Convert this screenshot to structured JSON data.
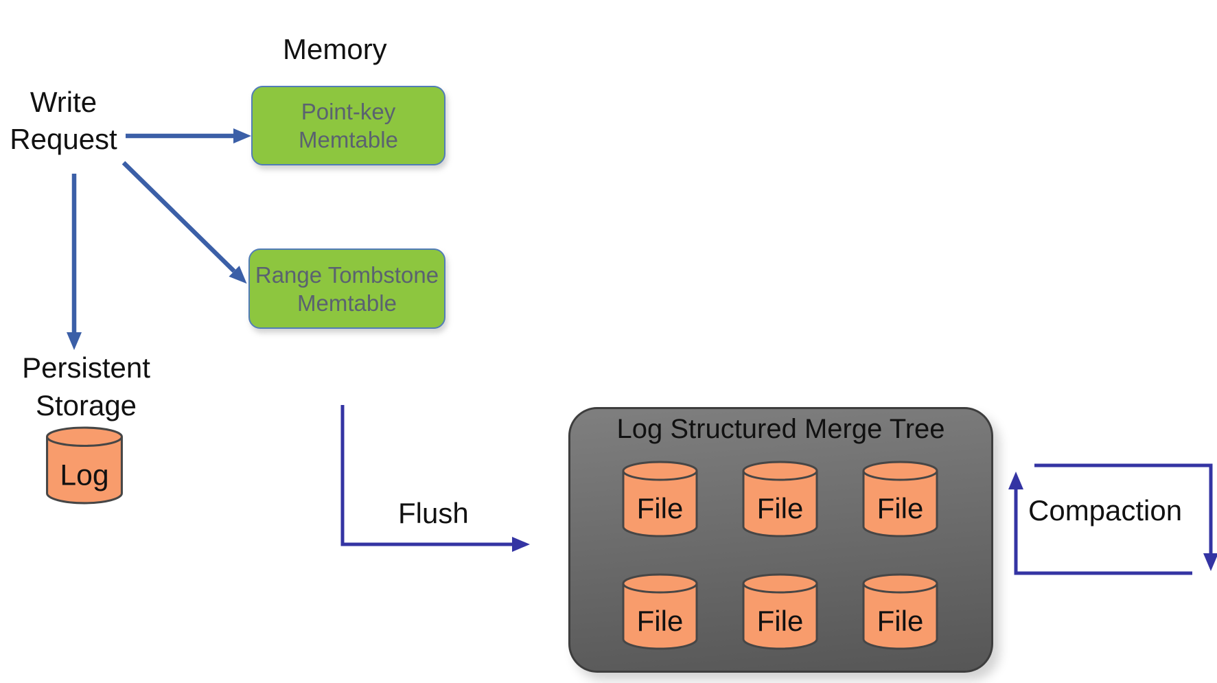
{
  "labels": {
    "memory": "Memory",
    "write_request": [
      "Write",
      "Request"
    ],
    "persistent_storage": [
      "Persistent",
      "Storage"
    ],
    "flush": "Flush",
    "compaction": "Compaction"
  },
  "memtables": {
    "pointkey": [
      "Point-key",
      "Memtable"
    ],
    "range_tombstone": [
      "Range Tombstone",
      "Memtable"
    ]
  },
  "log": {
    "label": "Log"
  },
  "lsm": {
    "title": "Log Structured Merge Tree",
    "files": [
      "File",
      "File",
      "File",
      "File",
      "File",
      "File"
    ]
  },
  "icons": {
    "log_cylinder": "database-cylinder",
    "file_cylinder": "database-cylinder"
  },
  "colors": {
    "arrow_blue": "#3b5fa7",
    "flow_indigo": "#3434a3",
    "green_fill": "#8dc63f",
    "green_border": "#517cb8",
    "memtable_text": "#5a6270",
    "orange_fill": "#f89c6c",
    "cyl_stroke": "#464646",
    "gray_top": "#7f7f7f",
    "gray_bottom": "#565656",
    "gray_border": "#3d3d3d",
    "text_black": "#111111"
  }
}
